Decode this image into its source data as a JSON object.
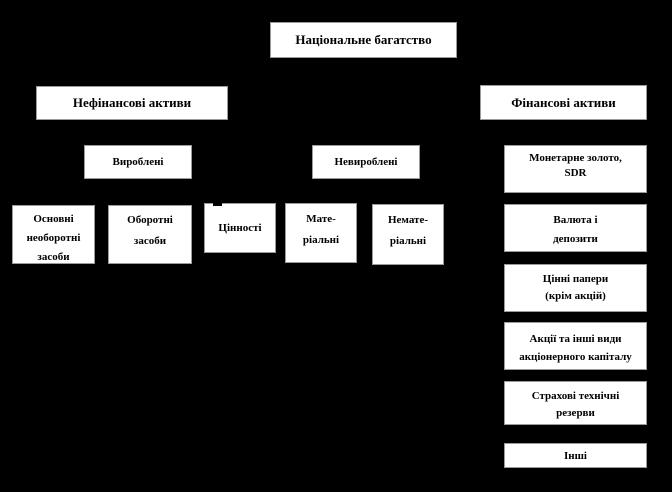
{
  "diagram": {
    "title": "Національне багатство",
    "colors": {
      "background": "#000000",
      "node_fill": "#ffffff",
      "node_border": "#9a9a9a",
      "text": "#000000"
    },
    "nodes": {
      "national_wealth": {
        "lines": [
          "Національне багатство"
        ]
      },
      "nonfinancial_assets": {
        "lines": [
          "Нефінансові активи"
        ]
      },
      "financial_assets": {
        "lines": [
          "Фінансові активи"
        ]
      },
      "produced": {
        "lines": [
          "Вироблені"
        ]
      },
      "nonproduced": {
        "lines": [
          "Невироблені"
        ]
      },
      "fixed_noncurrent_assets": {
        "lines": [
          "Основні",
          "необоротні",
          "засоби"
        ]
      },
      "current_assets": {
        "lines": [
          "Оборотні",
          "засоби"
        ]
      },
      "valuables": {
        "lines": [
          "Цінності"
        ]
      },
      "material": {
        "lines": [
          "Мате-",
          "ріальні"
        ]
      },
      "nonmaterial": {
        "lines": [
          "Немате-",
          "ріальні"
        ]
      },
      "monetary_gold_sdr": {
        "lines": [
          "Монетарне золото,",
          "SDR"
        ]
      },
      "currency_and_deposits": {
        "lines": [
          "Валюта і",
          "депозити"
        ]
      },
      "securities_except_shares": {
        "lines": [
          "Цінні папери",
          "(крім акцій)"
        ]
      },
      "shares_and_other_equity": {
        "lines": [
          "Акції та інші види",
          "акціонерного капіталу"
        ]
      },
      "insurance_technical_reserves": {
        "lines": [
          "Страхові технічні",
          "резерви"
        ]
      },
      "other": {
        "lines": [
          "Інші"
        ]
      }
    }
  }
}
